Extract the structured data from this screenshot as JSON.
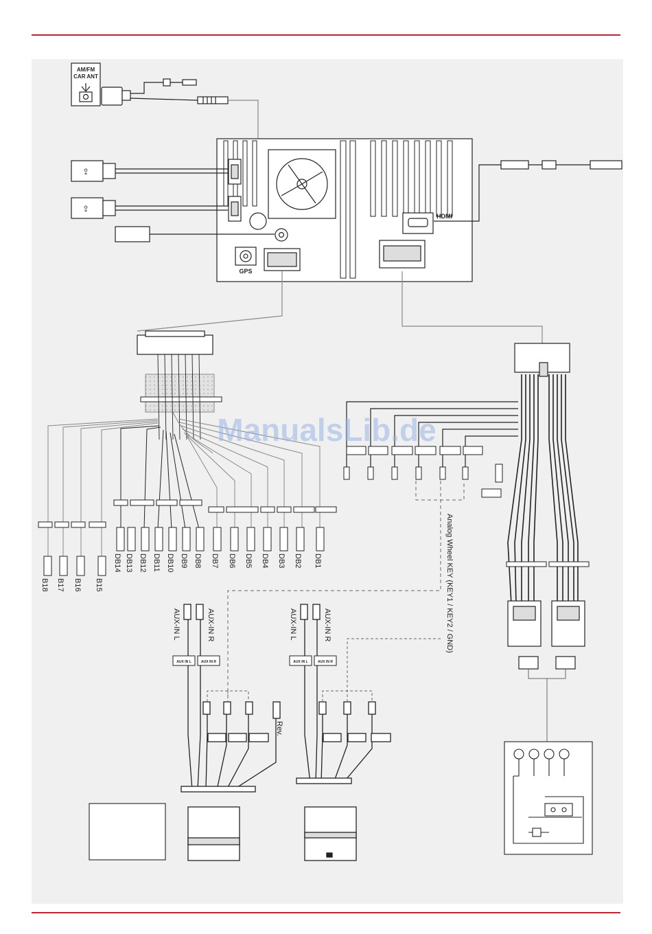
{
  "antenna": {
    "line1": "AM/FM",
    "line2": "CAR ANT"
  },
  "hdmi_label": "HDMI",
  "gps_label": "GPS",
  "aux_in_r": "AUX-IN R",
  "aux_in_l": "AUX-IN L",
  "aux_tag_l": "AUX IN L",
  "aux_tag_r": "AUX IN R",
  "rev_label": "Rev.",
  "analog_wheel_key": "Analog Wheel KEY (KEY1 / KEY2 / GND)",
  "watermark": "ManualsLib.de",
  "db_connectors": [
    "DB14",
    "DB13",
    "DB12",
    "DB11",
    "DB10",
    "DB9",
    "DB8",
    "DB7",
    "DB6",
    "DB5",
    "DB4",
    "DB3",
    "DB2",
    "DB1"
  ],
  "b_connectors": [
    "B18",
    "B17",
    "B16",
    "B15"
  ],
  "colors": {
    "accent_rule": "#b9262f",
    "panel": "#f0f0f0",
    "line": "#222222",
    "watermark": "#9bb7e6"
  }
}
